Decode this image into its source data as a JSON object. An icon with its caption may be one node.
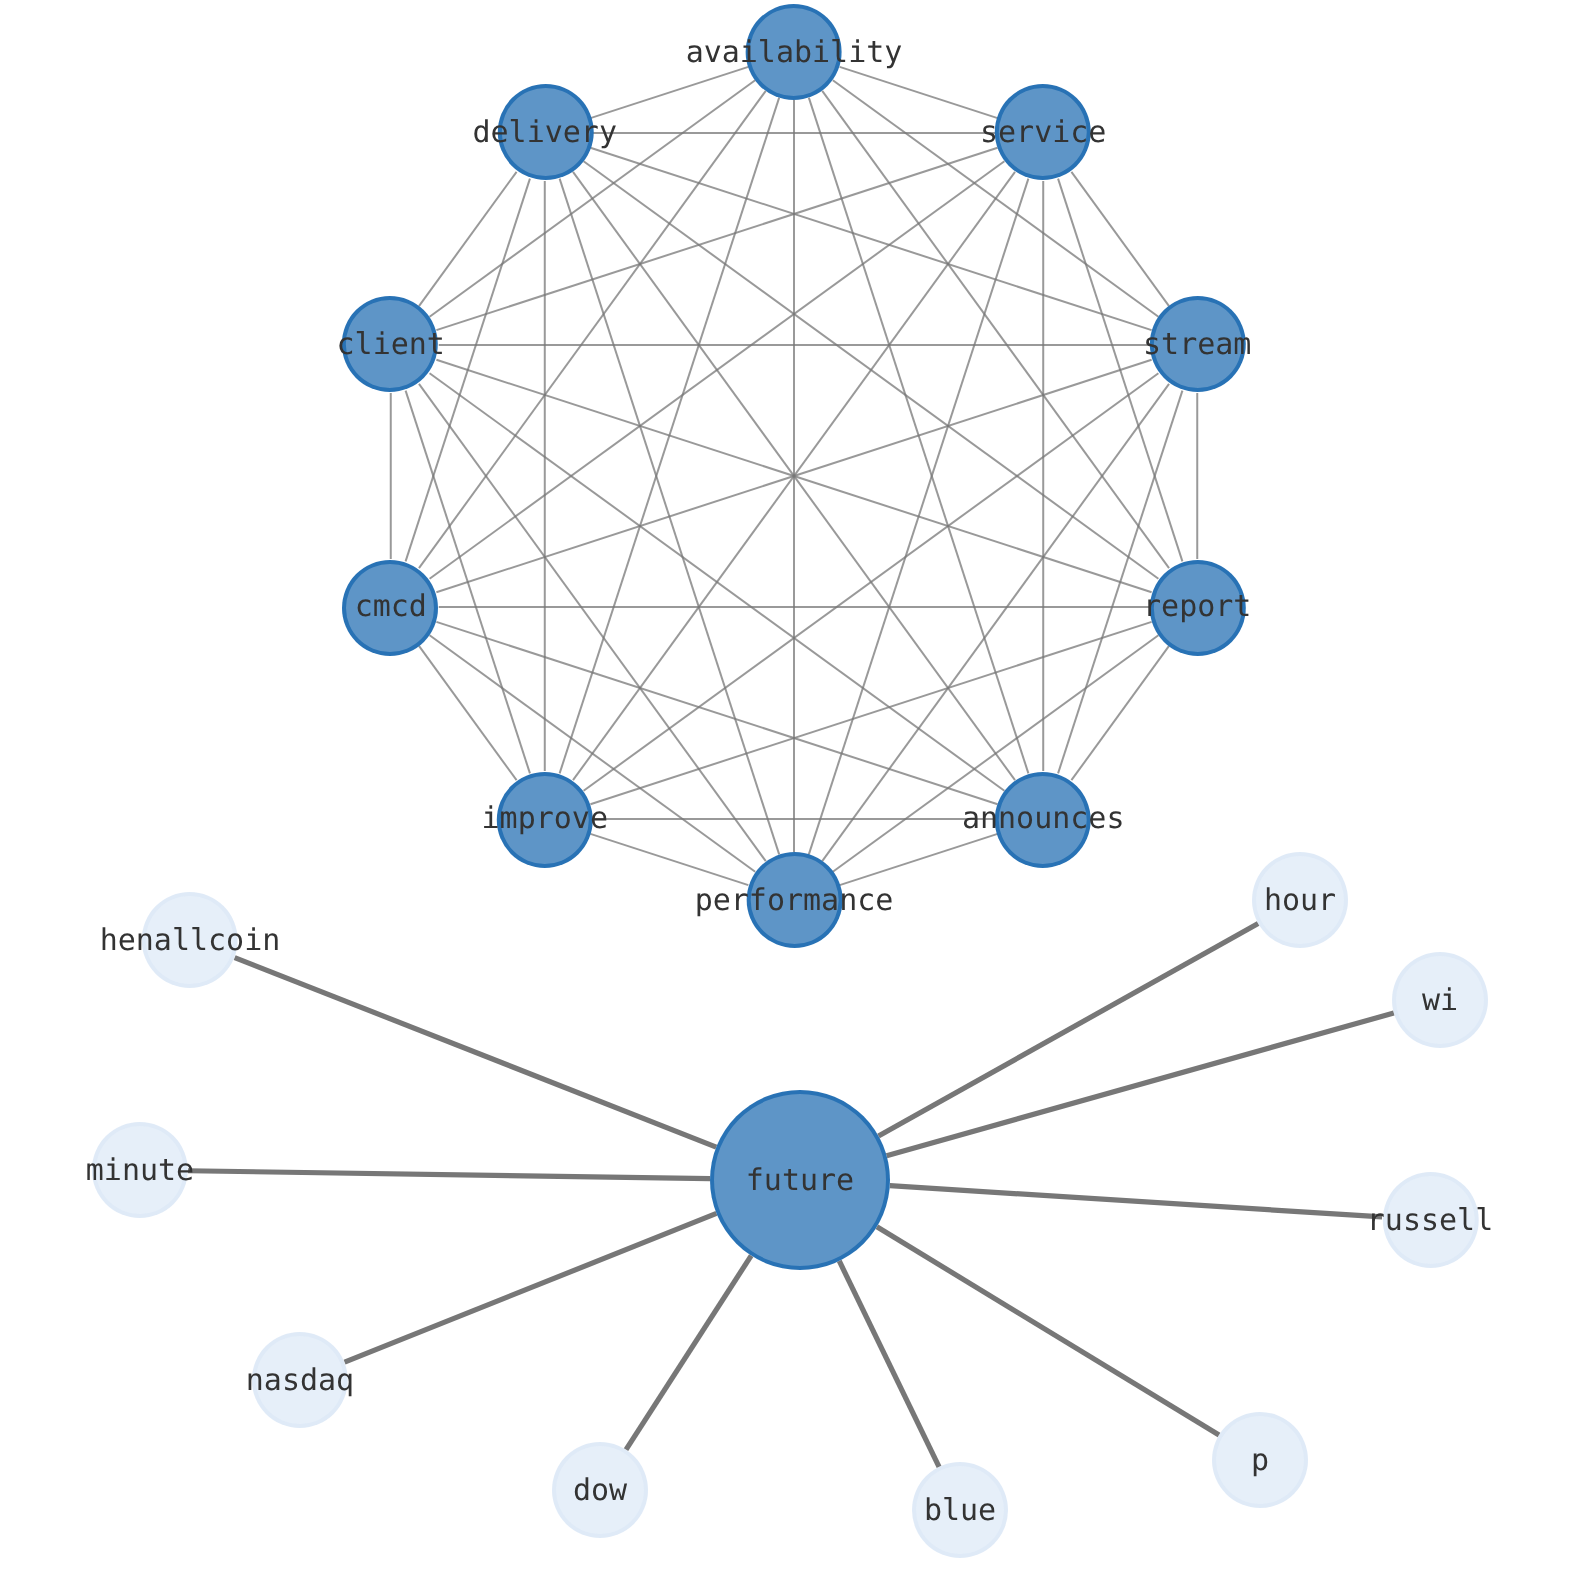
{
  "diagram": {
    "nodes": [
      {
        "text": [
          "client"
        ]
      },
      {
        "text": [
          "service"
        ]
      },
      {
        "text": [
          "henallcoin"
        ]
      },
      {
        "text": [
          "delivery"
        ]
      },
      {
        "text": [
          "announces"
        ]
      },
      {
        "text": [
          "hour"
        ]
      },
      {
        "text": [
          "wi"
        ]
      },
      {
        "text": [
          "performance"
        ]
      },
      {
        "text": [
          "improve"
        ]
      },
      {
        "text": [
          "cmcd"
        ]
      },
      {
        "text": [
          "report"
        ]
      },
      {
        "text": [
          "stream"
        ]
      },
      {
        "text": [
          "availability"
        ]
      },
      {
        "text": [
          "minute"
        ]
      },
      {
        "text": [
          "nasdaq"
        ]
      },
      {
        "text": [
          "future"
        ]
      },
      {
        "text": [
          "russell"
        ]
      },
      {
        "text": [
          "p"
        ]
      },
      {
        "text": [
          "dow"
        ]
      },
      {
        "text": [
          "blue"
        ]
      }
    ],
    "edges": [
      {
        "from": 0,
        "to": 1,
        "arrow": "none"
      },
      {
        "from": 0,
        "to": 3,
        "arrow": "none"
      },
      {
        "from": 0,
        "to": 4,
        "arrow": "none"
      },
      {
        "from": 0,
        "to": 7,
        "arrow": "none"
      },
      {
        "from": 0,
        "to": 8,
        "arrow": "none"
      },
      {
        "from": 0,
        "to": 9,
        "arrow": "none"
      },
      {
        "from": 0,
        "to": 10,
        "arrow": "none"
      },
      {
        "from": 0,
        "to": 11,
        "arrow": "none"
      },
      {
        "from": 0,
        "to": 12,
        "arrow": "none"
      },
      {
        "from": 1,
        "to": 3,
        "arrow": "none"
      },
      {
        "from": 1,
        "to": 4,
        "arrow": "none"
      },
      {
        "from": 1,
        "to": 7,
        "arrow": "none"
      },
      {
        "from": 1,
        "to": 8,
        "arrow": "none"
      },
      {
        "from": 1,
        "to": 9,
        "arrow": "none"
      },
      {
        "from": 1,
        "to": 10,
        "arrow": "none"
      },
      {
        "from": 1,
        "to": 11,
        "arrow": "none"
      },
      {
        "from": 1,
        "to": 12,
        "arrow": "none"
      },
      {
        "from": 3,
        "to": 4,
        "arrow": "none"
      },
      {
        "from": 3,
        "to": 7,
        "arrow": "none"
      },
      {
        "from": 3,
        "to": 8,
        "arrow": "none"
      },
      {
        "from": 3,
        "to": 9,
        "arrow": "none"
      },
      {
        "from": 3,
        "to": 10,
        "arrow": "none"
      },
      {
        "from": 3,
        "to": 11,
        "arrow": "none"
      },
      {
        "from": 3,
        "to": 12,
        "arrow": "none"
      },
      {
        "from": 4,
        "to": 7,
        "arrow": "none"
      },
      {
        "from": 4,
        "to": 8,
        "arrow": "none"
      },
      {
        "from": 4,
        "to": 9,
        "arrow": "none"
      },
      {
        "from": 4,
        "to": 10,
        "arrow": "none"
      },
      {
        "from": 4,
        "to": 11,
        "arrow": "none"
      },
      {
        "from": 4,
        "to": 12,
        "arrow": "none"
      },
      {
        "from": 7,
        "to": 8,
        "arrow": "none"
      },
      {
        "from": 7,
        "to": 9,
        "arrow": "none"
      },
      {
        "from": 7,
        "to": 10,
        "arrow": "none"
      },
      {
        "from": 7,
        "to": 11,
        "arrow": "none"
      },
      {
        "from": 7,
        "to": 12,
        "arrow": "none"
      },
      {
        "from": 8,
        "to": 9,
        "arrow": "none"
      },
      {
        "from": 8,
        "to": 10,
        "arrow": "none"
      },
      {
        "from": 8,
        "to": 11,
        "arrow": "none"
      },
      {
        "from": 8,
        "to": 12,
        "arrow": "none"
      },
      {
        "from": 9,
        "to": 10,
        "arrow": "none"
      },
      {
        "from": 9,
        "to": 11,
        "arrow": "none"
      },
      {
        "from": 9,
        "to": 12,
        "arrow": "none"
      },
      {
        "from": 10,
        "to": 11,
        "arrow": "none"
      },
      {
        "from": 10,
        "to": 12,
        "arrow": "none"
      },
      {
        "from": 11,
        "to": 12,
        "arrow": "none"
      },
      {
        "from": 5,
        "to": 15,
        "arrow": "none",
        "style": "thick"
      },
      {
        "from": 2,
        "to": 15,
        "arrow": "none",
        "style": "thick"
      },
      {
        "from": 6,
        "to": 15,
        "arrow": "none",
        "style": "thick"
      },
      {
        "from": 13,
        "to": 15,
        "arrow": "none",
        "style": "thick"
      },
      {
        "from": 14,
        "to": 15,
        "arrow": "none",
        "style": "thick"
      },
      {
        "from": 15,
        "to": 16,
        "arrow": "none",
        "style": "thick"
      },
      {
        "from": 15,
        "to": 17,
        "arrow": "none",
        "style": "thick"
      },
      {
        "from": 15,
        "to": 18,
        "arrow": "none",
        "style": "thick"
      },
      {
        "from": 15,
        "to": 19,
        "arrow": "none",
        "style": "thick"
      }
    ]
  }
}
